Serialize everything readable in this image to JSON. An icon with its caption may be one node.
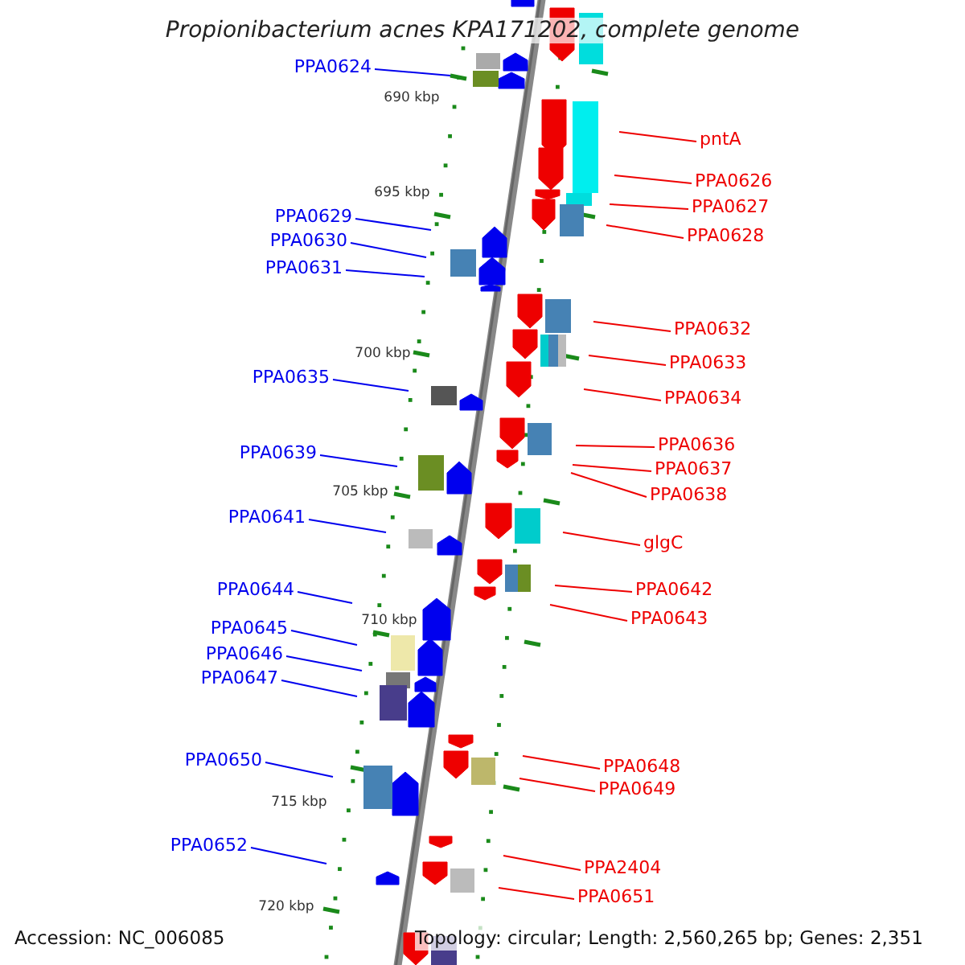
{
  "diagram": {
    "title": "Propionibacterium acnes KPA171202, complete genome",
    "nodes": [
      {
        "text": [
          "PPA0624"
        ]
      },
      {
        "text": [
          "pntA"
        ]
      },
      {
        "text": [
          "PPA0626"
        ]
      },
      {
        "text": [
          "PPA0627"
        ]
      },
      {
        "text": [
          "PPA0629"
        ]
      },
      {
        "text": [
          "PPA0628"
        ]
      },
      {
        "text": [
          "PPA0630"
        ]
      },
      {
        "text": [
          "PPA0631"
        ]
      },
      {
        "text": [
          "PPA0632"
        ]
      },
      {
        "text": [
          "PPA0633"
        ]
      },
      {
        "text": [
          "PPA0635"
        ]
      },
      {
        "text": [
          "PPA0634"
        ]
      },
      {
        "text": [
          "PPA0636"
        ]
      },
      {
        "text": [
          "PPA0639"
        ]
      },
      {
        "text": [
          "PPA0637"
        ]
      },
      {
        "text": [
          "PPA0638"
        ]
      },
      {
        "text": [
          "PPA0641"
        ]
      },
      {
        "text": [
          "glgC"
        ]
      },
      {
        "text": [
          "PPA0644"
        ]
      },
      {
        "text": [
          "PPA0642"
        ]
      },
      {
        "text": [
          "PPA0643"
        ]
      },
      {
        "text": [
          "PPA0645"
        ]
      },
      {
        "text": [
          "PPA0646"
        ]
      },
      {
        "text": [
          "PPA0647"
        ]
      },
      {
        "text": [
          "PPA0650"
        ]
      },
      {
        "text": [
          "PPA0648"
        ]
      },
      {
        "text": [
          "PPA0649"
        ]
      },
      {
        "text": [
          "PPA0652"
        ]
      },
      {
        "text": [
          "PPA2404"
        ]
      },
      {
        "text": [
          "PPA0651"
        ]
      }
    ],
    "edges": [
      {
        "from": 0,
        "to": null,
        "arrow": "none",
        "color": "#0000ee"
      },
      {
        "from": 1,
        "to": null,
        "arrow": "none"
      },
      {
        "from": 2,
        "to": null,
        "arrow": "none"
      },
      {
        "from": 3,
        "to": null,
        "arrow": "none"
      },
      {
        "from": 4,
        "to": null,
        "arrow": "none",
        "color": "#0000ee"
      },
      {
        "from": 5,
        "to": null,
        "arrow": "none"
      },
      {
        "from": 6,
        "to": null,
        "arrow": "none",
        "color": "#0000ee"
      },
      {
        "from": 7,
        "to": null,
        "arrow": "none",
        "color": "#0000ee"
      },
      {
        "from": 8,
        "to": null,
        "arrow": "none"
      },
      {
        "from": 9,
        "to": null,
        "arrow": "none"
      },
      {
        "from": 10,
        "to": null,
        "arrow": "none",
        "color": "#0000ee"
      },
      {
        "from": 11,
        "to": null,
        "arrow": "none"
      },
      {
        "from": 12,
        "to": null,
        "arrow": "none"
      },
      {
        "from": 13,
        "to": null,
        "arrow": "none",
        "color": "#0000ee"
      },
      {
        "from": 14,
        "to": null,
        "arrow": "none"
      },
      {
        "from": 15,
        "to": null,
        "arrow": "none"
      },
      {
        "from": 16,
        "to": null,
        "arrow": "none",
        "color": "#0000ee"
      },
      {
        "from": 17,
        "to": null,
        "arrow": "none"
      },
      {
        "from": 18,
        "to": null,
        "arrow": "none",
        "color": "#0000ee"
      },
      {
        "from": 19,
        "to": null,
        "arrow": "none"
      },
      {
        "from": 20,
        "to": null,
        "arrow": "none"
      },
      {
        "from": 21,
        "to": null,
        "arrow": "none",
        "color": "#0000ee"
      },
      {
        "from": 22,
        "to": null,
        "arrow": "none",
        "color": "#0000ee"
      },
      {
        "from": 23,
        "to": null,
        "arrow": "none",
        "color": "#0000ee"
      },
      {
        "from": 24,
        "to": null,
        "arrow": "none",
        "color": "#0000ee"
      },
      {
        "from": 25,
        "to": null,
        "arrow": "none"
      },
      {
        "from": 26,
        "to": null,
        "arrow": "none"
      },
      {
        "from": 27,
        "to": null,
        "arrow": "none",
        "color": "#0000ee"
      },
      {
        "from": 28,
        "to": null,
        "arrow": "none"
      },
      {
        "from": 29,
        "to": null,
        "arrow": "none"
      }
    ],
    "labels": [
      "690 kbp",
      "695 kbp",
      "700 kbp",
      "705 kbp",
      "710 kbp",
      "715 kbp",
      "720 kbp",
      "Accession: NC_006085",
      "Topology: circular; Length: 2,560,265 bp; Genes: 2,351"
    ]
  }
}
